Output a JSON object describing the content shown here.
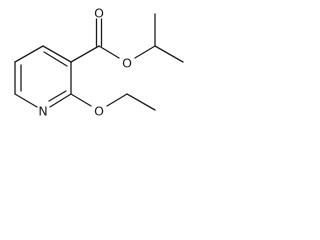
{
  "atoms": {
    "ester_carbonyl_oxygen": "O",
    "ester_linking_oxygen": "O",
    "ether_oxygen": "O",
    "ring_nitrogen": "N"
  }
}
